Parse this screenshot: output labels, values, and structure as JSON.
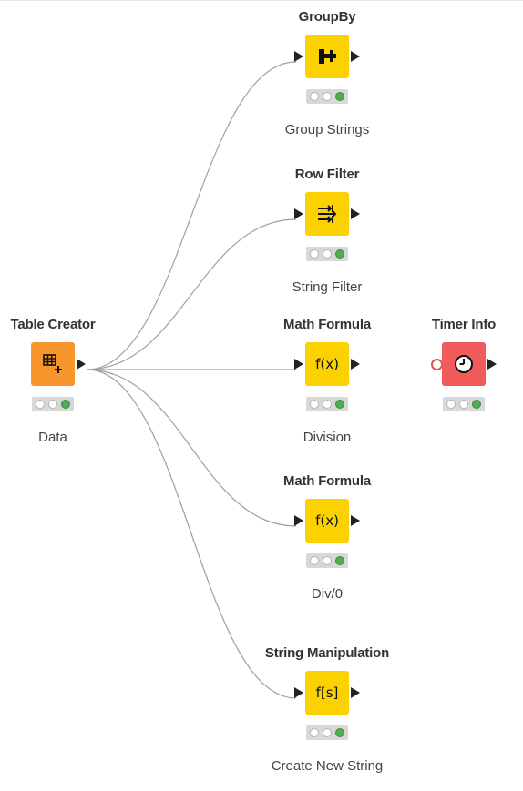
{
  "colors": {
    "yellow": "#fbd200",
    "orange": "#f7962d",
    "red": "#f15b5b",
    "edge": "#a0a0a0",
    "status_green": "#4caf50"
  },
  "nodes": {
    "table_creator": {
      "title": "Table Creator",
      "label": "Data",
      "icon": "table-plus-icon"
    },
    "groupby": {
      "title": "GroupBy",
      "label": "Group Strings",
      "icon": "groupby-icon"
    },
    "row_filter": {
      "title": "Row Filter",
      "label": "String Filter",
      "icon": "filter-arrows-icon"
    },
    "math_formula_1": {
      "title": "Math Formula",
      "label": "Division",
      "icon": "function-x-icon",
      "icon_text": "f(x)"
    },
    "math_formula_2": {
      "title": "Math Formula",
      "label": "Div/0",
      "icon": "function-x-icon",
      "icon_text": "f(x)"
    },
    "string_manipulation": {
      "title": "String Manipulation",
      "label": "Create New String",
      "icon": "function-s-icon",
      "icon_text": "f[s]"
    },
    "timer_info": {
      "title": "Timer Info",
      "label": "",
      "icon": "clock-icon"
    }
  }
}
